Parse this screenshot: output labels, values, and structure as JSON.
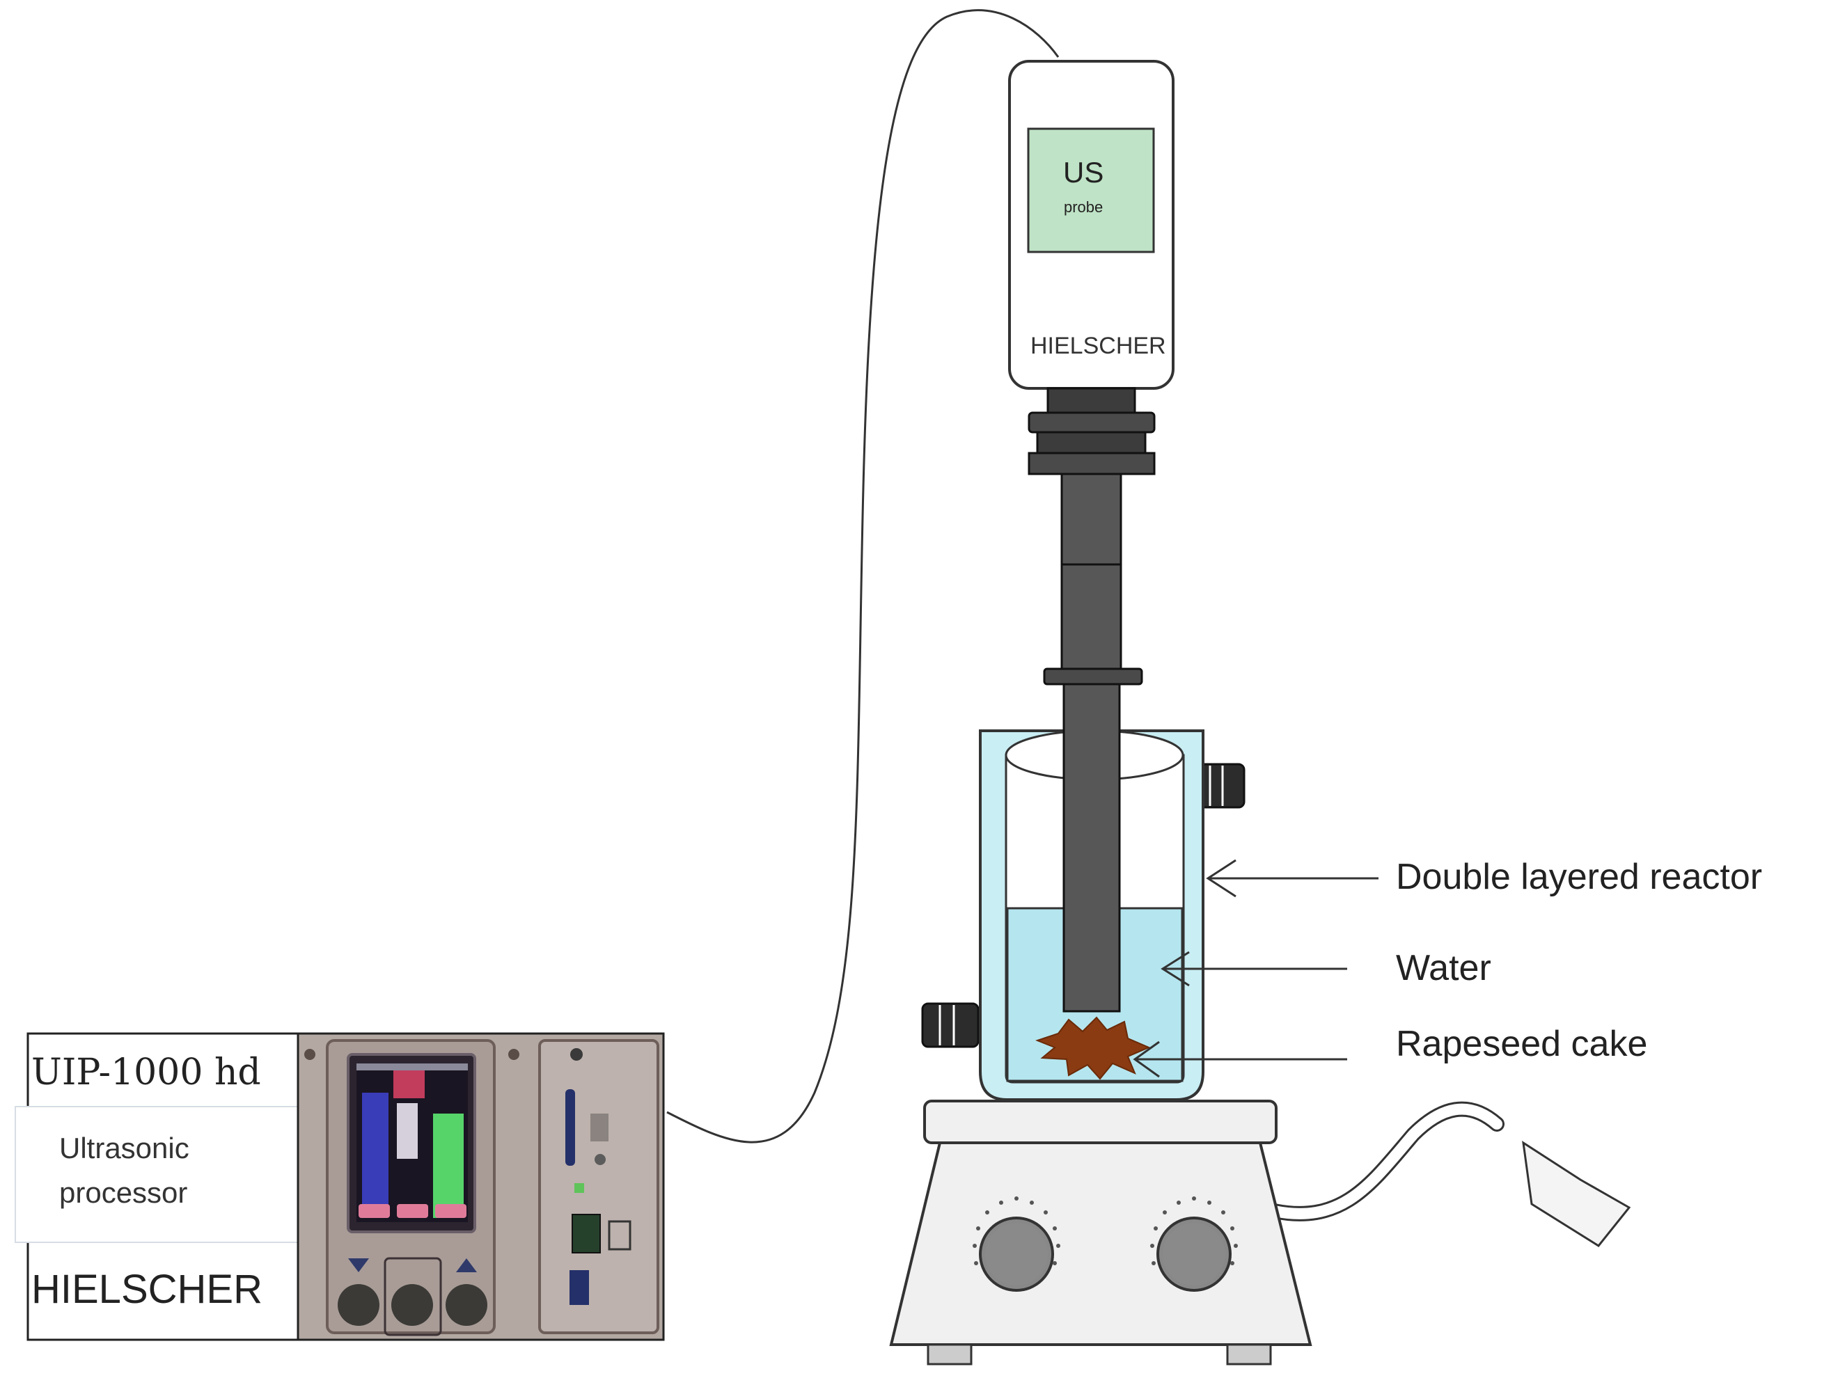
{
  "processor": {
    "model_label": "UIP-1000 hd",
    "description_line1": "Ultrasonic",
    "description_line2": "processor",
    "brand_label": "HIELSCHER"
  },
  "probe": {
    "screen_label": "US",
    "screen_sublabel": "probe",
    "brand_label": "HIELSCHER"
  },
  "callouts": {
    "reactor": "Double layered reactor",
    "water": "Water",
    "cake": "Rapeseed cake"
  },
  "colors": {
    "jacket_fill": "#c9eef4",
    "water_fill": "#b5e6ef",
    "probe_rod": "#555555",
    "probe_screen": "#bfe3c6",
    "cake_fill": "#8a3b12",
    "stirrer_body": "#f0f0f0"
  }
}
